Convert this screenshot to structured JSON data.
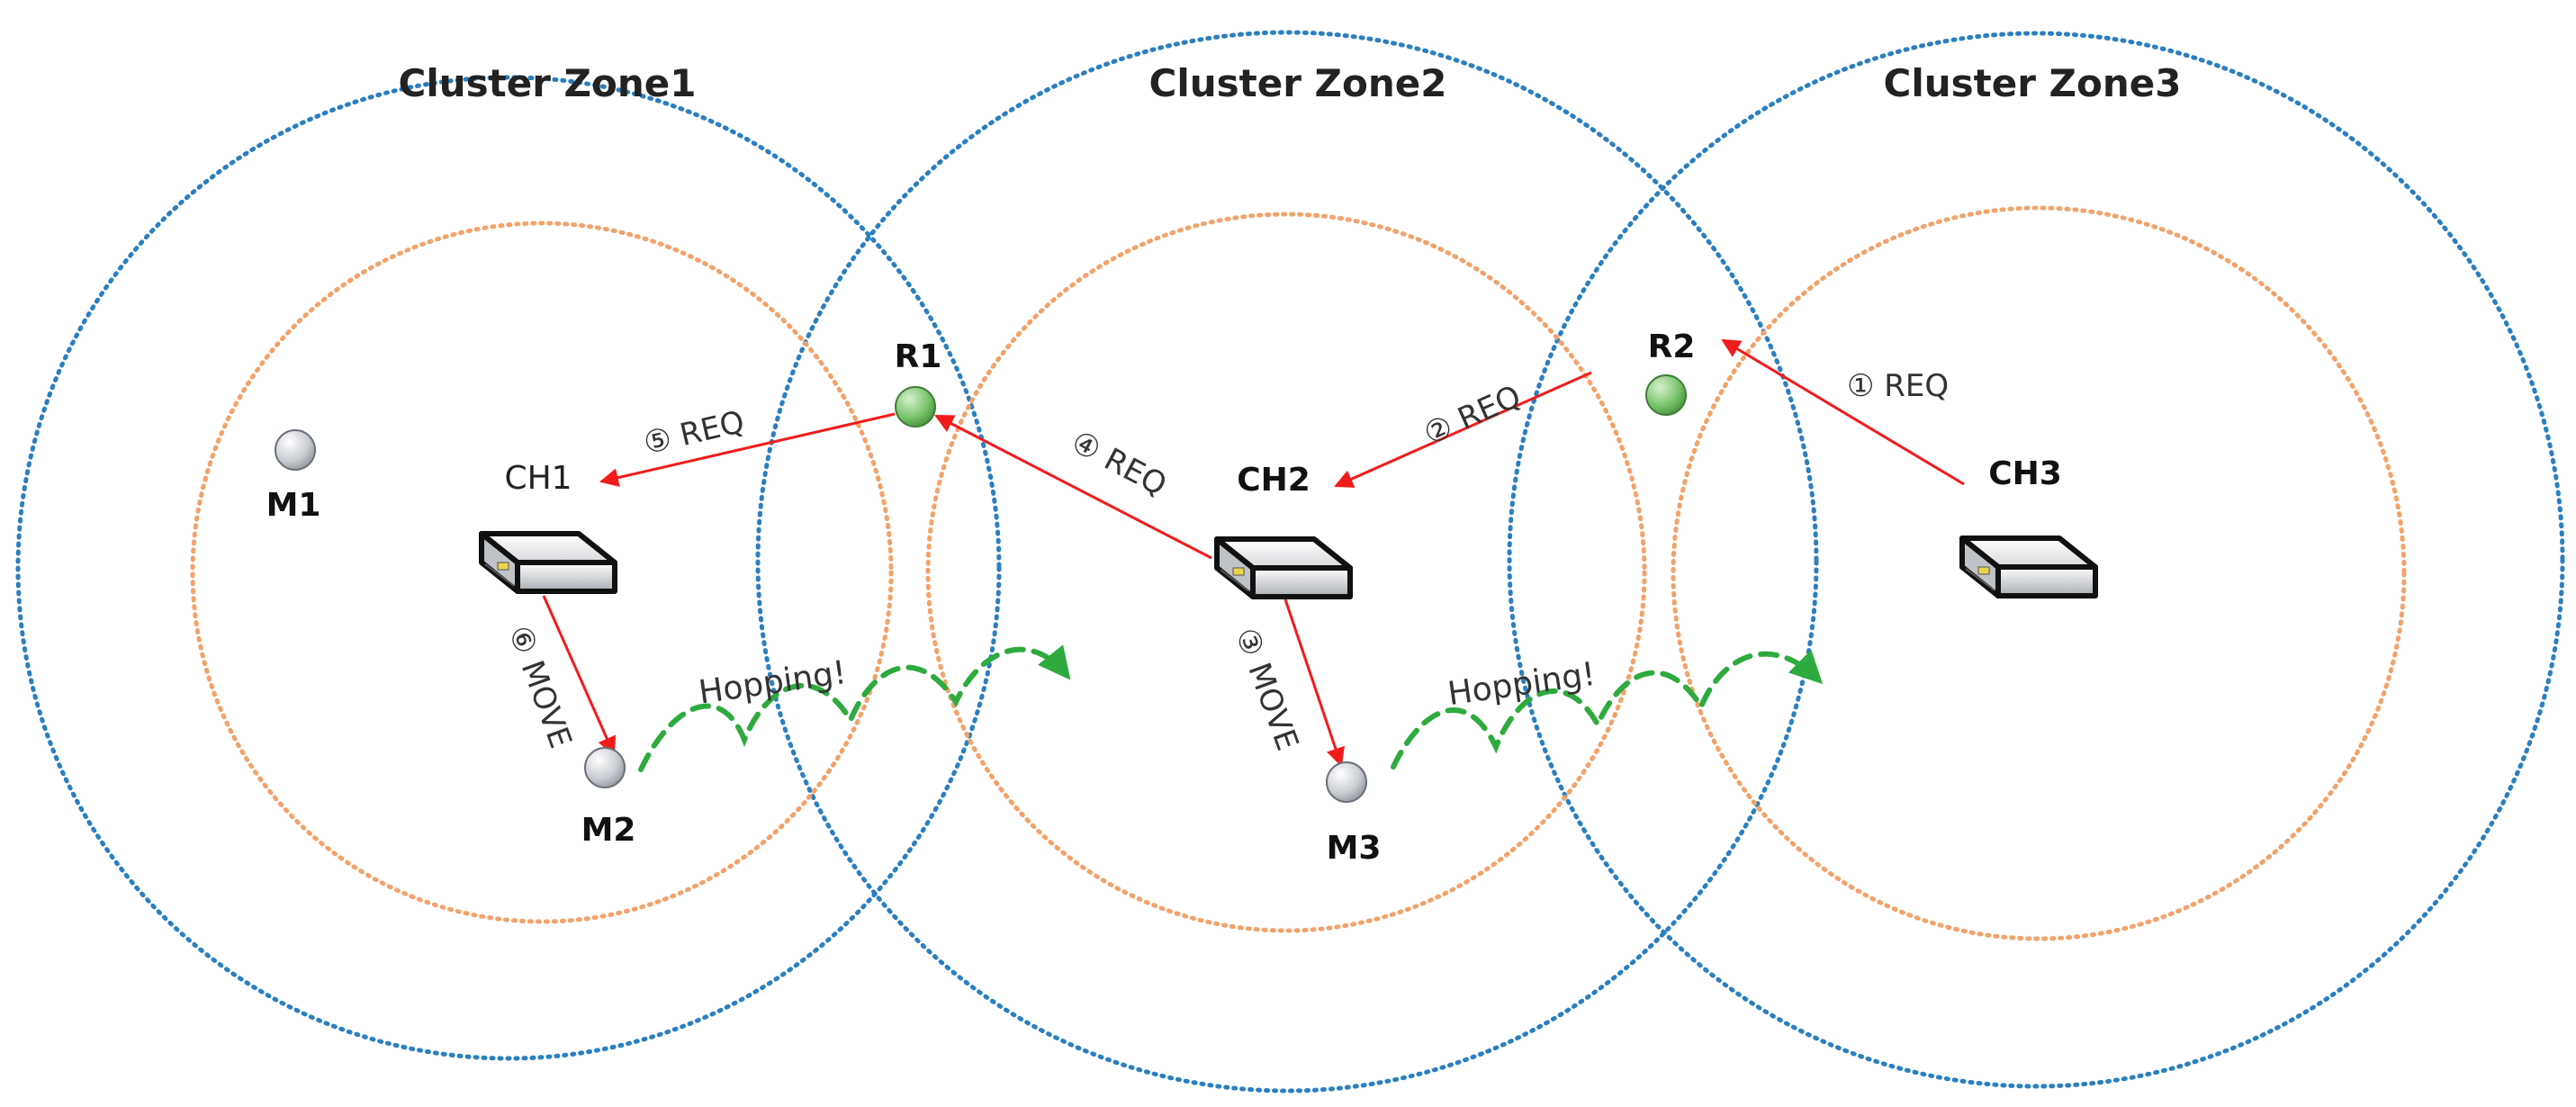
{
  "colors": {
    "outer_ring": "#2a7fc0",
    "inner_ring": "#f2a26a",
    "arrow": "#f21b1b",
    "hop": "#2eaa3e",
    "relay_fill": "#77c46a",
    "member_fill": "#cfd3d8"
  },
  "zones": [
    {
      "title": "Cluster Zone1"
    },
    {
      "title": "Cluster Zone2"
    },
    {
      "title": "Cluster Zone3"
    }
  ],
  "nodes": {
    "ch1": {
      "label": "CH1",
      "icon": "router-icon"
    },
    "ch2": {
      "label": "CH2",
      "icon": "router-icon"
    },
    "ch3": {
      "label": "CH3",
      "icon": "router-icon"
    },
    "r1": {
      "label": "R1",
      "icon": "relay-node-icon"
    },
    "r2": {
      "label": "R2",
      "icon": "relay-node-icon"
    },
    "m1": {
      "label": "M1",
      "icon": "member-node-icon"
    },
    "m2": {
      "label": "M2",
      "icon": "member-node-icon"
    },
    "m3": {
      "label": "M3",
      "icon": "member-node-icon"
    }
  },
  "messages": [
    {
      "label": "① REQ"
    },
    {
      "label": "② REQ"
    },
    {
      "label": "③ MOVE"
    },
    {
      "label": "④ REQ"
    },
    {
      "label": "⑤ REQ"
    },
    {
      "label": "⑥ MOVE"
    }
  ],
  "hopping": [
    {
      "label": "Hopping!"
    },
    {
      "label": "Hopping!"
    }
  ]
}
